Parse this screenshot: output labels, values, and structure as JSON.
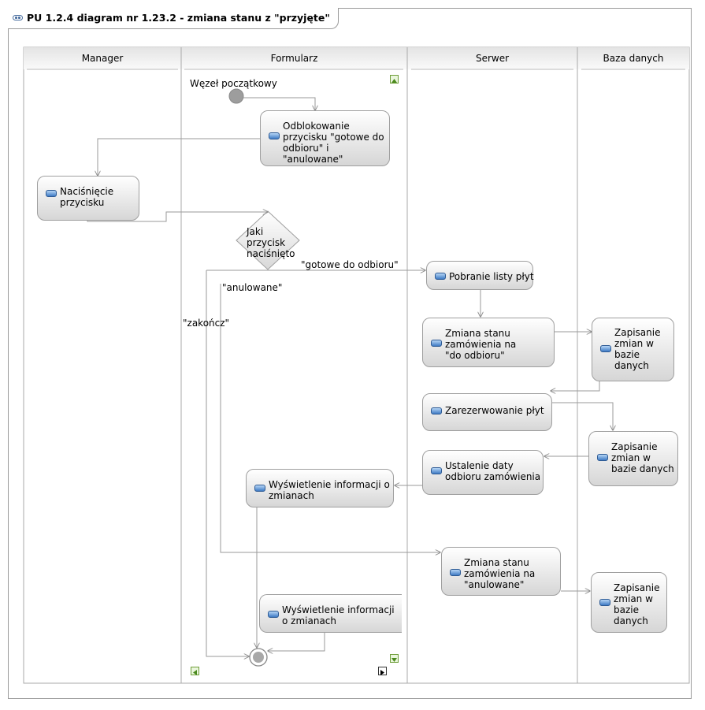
{
  "diagram": {
    "title": "PU 1.2.4 diagram nr 1.23.2 - zmiana stanu z \"przyjęte\"",
    "lanes": [
      "Manager",
      "Formularz",
      "Serwer",
      "Baza danych"
    ],
    "start_label": "Węzeł początkowy",
    "decision_label": "Jaki przycisk naciśnięto",
    "actions": {
      "odblokowanie": "Odblokowanie przycisku \"gotowe do odbioru\" i \"anulowane\"",
      "nacisniecie": "Naciśnięcie przycisku",
      "pobranie": "Pobranie listy płyt",
      "zmiana_do_odbioru": "Zmiana stanu zamówienia na \"do odbioru\"",
      "zapisanie1": "Zapisanie zmian w bazie danych",
      "zarezerwowanie": "Zarezerwowanie płyt",
      "zapisanie2": "Zapisanie zmian w bazie danych",
      "ustalenie": "Ustalenie daty odbioru zamówienia",
      "wyswietlenie1": "Wyświetlenie informacji o zmianach",
      "zmiana_anulowane": "Zmiana stanu zamówienia na \"anulowane\"",
      "zapisanie3": "Zapisanie zmian w bazie danych",
      "wyswietlenie2": "Wyświetlenie informacji o zmianach"
    },
    "guards": {
      "gotowe": "\"gotowe do odbioru\"",
      "anulowane": "\"anulowane\"",
      "zakoncz": "\"zakończ\""
    }
  }
}
